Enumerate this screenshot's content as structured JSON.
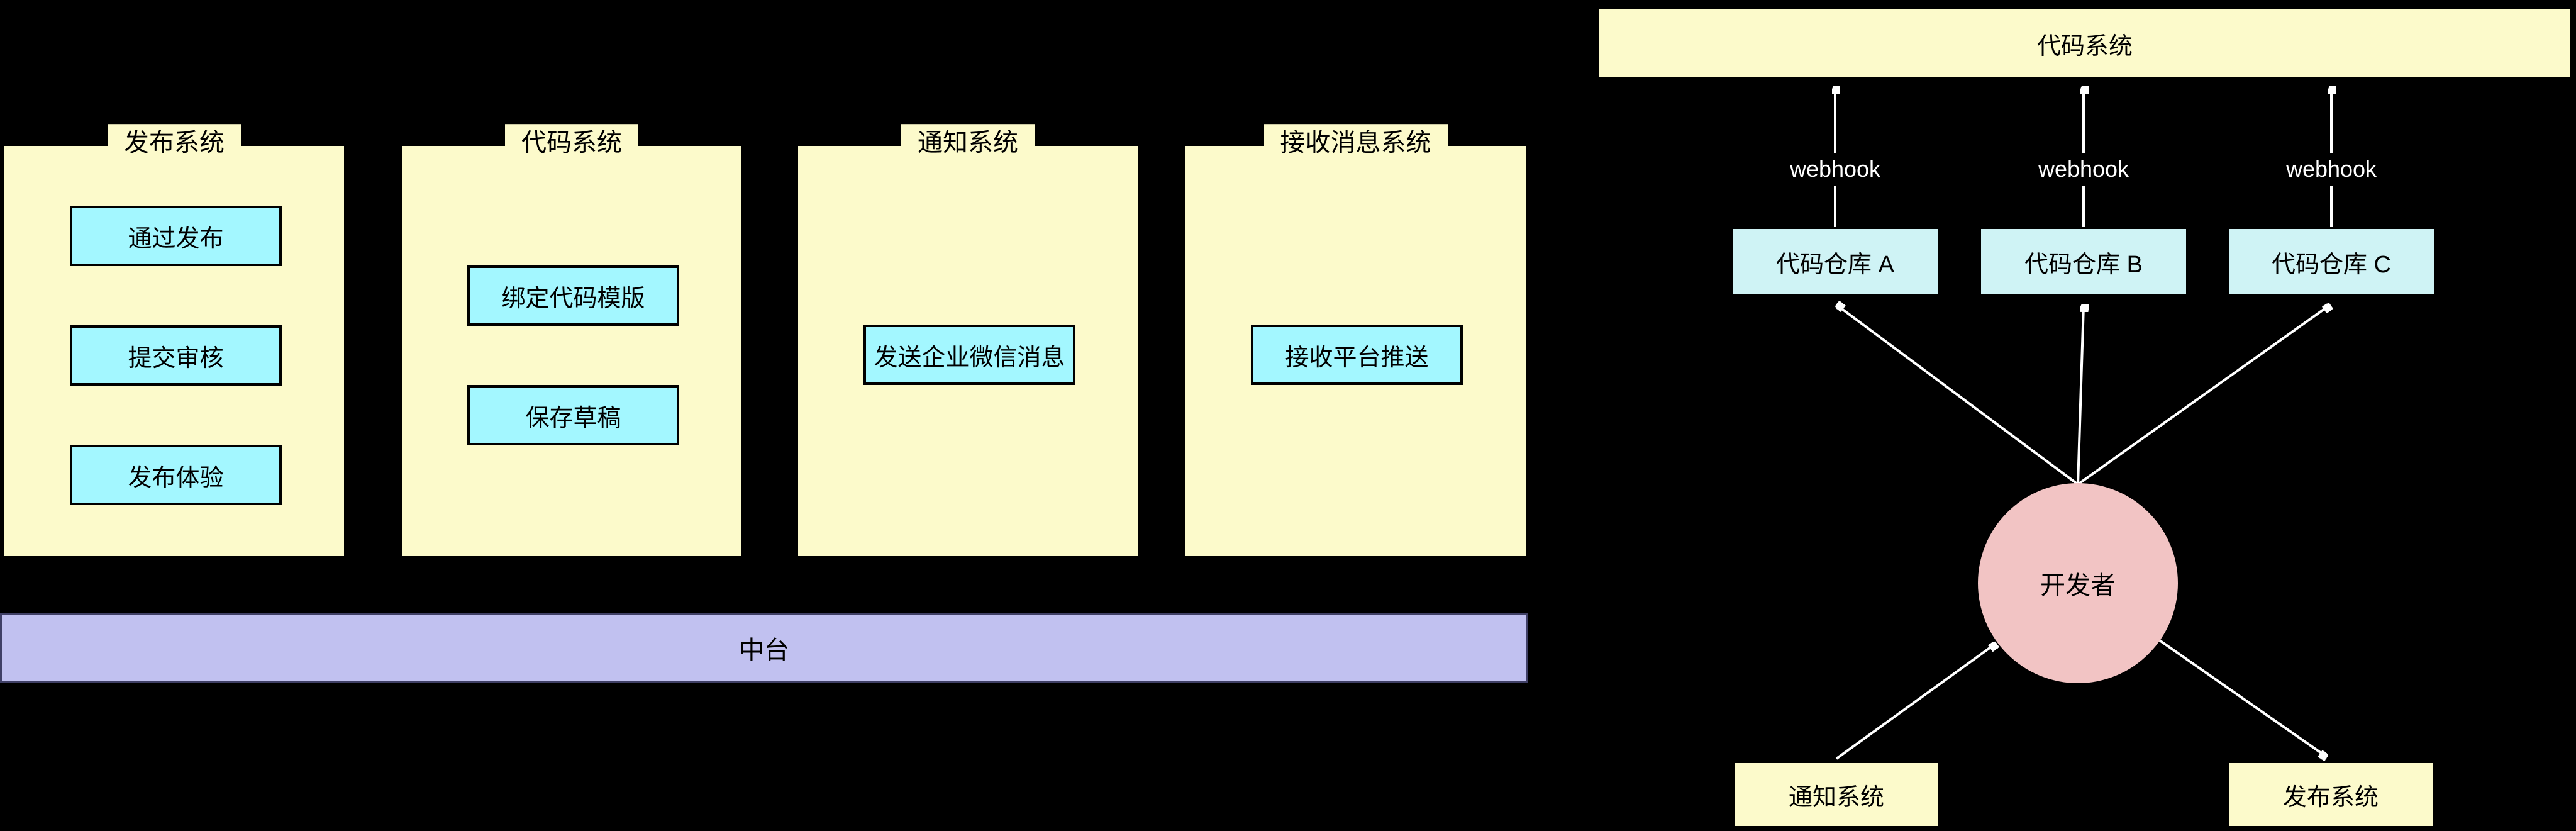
{
  "colors": {
    "background": "#000000",
    "container_fill": "#FCFACB",
    "inner_node_fill": "#A3F7FF",
    "repo_fill": "#CFF3F5",
    "platform_fill": "#C1C1F0",
    "developer_fill": "#F2C4C4",
    "edge_color": "#FFFFFF",
    "border_color": "#000000"
  },
  "left_panel": {
    "systems": [
      {
        "title": "发布系统",
        "items": [
          {
            "label": "通过发布"
          },
          {
            "label": "提交审核"
          },
          {
            "label": "发布体验"
          }
        ]
      },
      {
        "title": "代码系统",
        "items": [
          {
            "label": "绑定代码模版"
          },
          {
            "label": "保存草稿"
          }
        ]
      },
      {
        "title": "通知系统",
        "items": [
          {
            "label": "发送企业微信消息"
          }
        ]
      },
      {
        "title": "接收消息系统",
        "items": [
          {
            "label": "接收平台推送"
          }
        ]
      }
    ],
    "platform_bar": {
      "label": "中台"
    }
  },
  "right_panel": {
    "code_system_bar": {
      "label": "代码系统"
    },
    "webhook_labels": [
      {
        "label": "webhook"
      },
      {
        "label": "webhook"
      },
      {
        "label": "webhook"
      }
    ],
    "repos": [
      {
        "label": "代码仓库 A"
      },
      {
        "label": "代码仓库 B"
      },
      {
        "label": "代码仓库 C"
      }
    ],
    "developer": {
      "label": "开发者"
    },
    "notification_box": {
      "label": "通知系统"
    },
    "publish_box": {
      "label": "发布系统"
    }
  }
}
